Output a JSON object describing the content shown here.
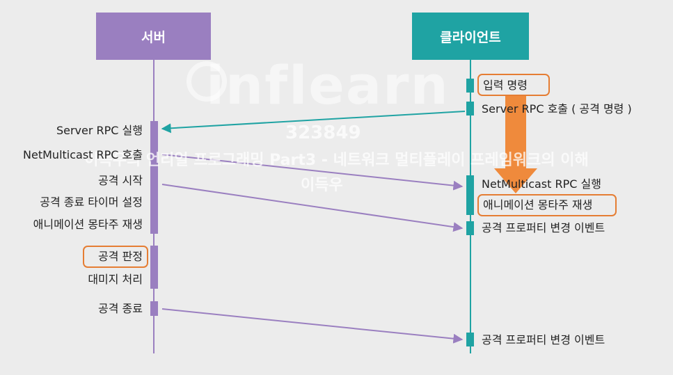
{
  "actors": {
    "server": "서버",
    "client": "클라이언트"
  },
  "server_labels": [
    "Server RPC 실행",
    "NetMulticast RPC 호출",
    "공격 시작",
    "공격 종료 타이머 설정",
    "애니메이션 몽타주 재생",
    "공격 판정",
    "대미지 처리",
    "공격 종료"
  ],
  "client_labels": [
    "입력 명령",
    "Server RPC 호출 ( 공격 명령 )",
    "NetMulticast RPC 실행",
    "애니메이션 몽타주 재생",
    "공격 프로퍼티 변경 이벤트",
    "공격 프로퍼티 변경 이벤트"
  ],
  "watermark": {
    "brand": "inflearn",
    "id": "323849",
    "course": "이득우의 언리얼 프로그래밍 Part3 - 네트워크 멀티플레이 프레임워크의 이해",
    "author": "이득우"
  },
  "colors": {
    "server": "#9a7fc0",
    "client": "#1fa3a3",
    "highlight": "#e57d33",
    "background": "#ececec"
  }
}
